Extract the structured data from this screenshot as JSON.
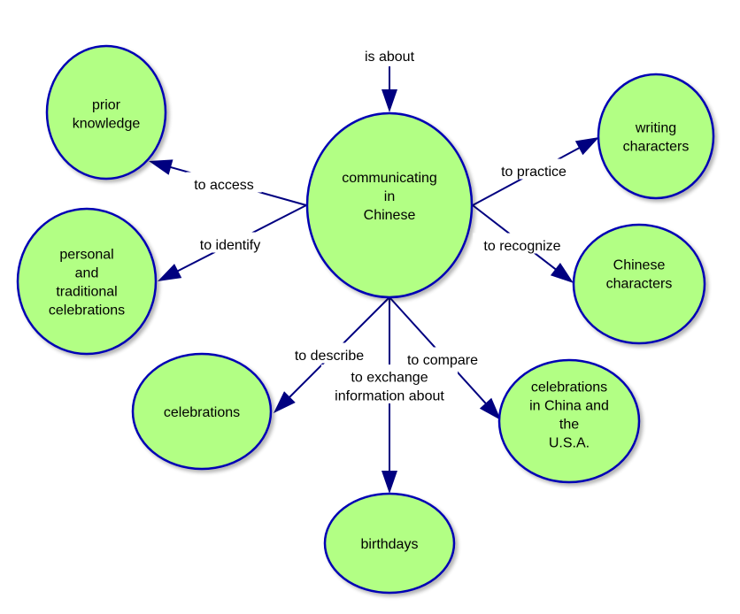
{
  "diagram": {
    "title": "Concept map: communicating in Chinese",
    "colors": {
      "node_fill": "#b2ff84",
      "node_stroke": "#0000b4",
      "edge_color": "#000080",
      "text": "#000000"
    },
    "central_node": {
      "id": "center",
      "lines": [
        "communicating",
        "in",
        "Chinese"
      ]
    },
    "incoming_label": {
      "lines": [
        "is about"
      ],
      "target": "center"
    },
    "nodes": [
      {
        "id": "prior",
        "lines": [
          "prior",
          "knowledge"
        ]
      },
      {
        "id": "personal",
        "lines": [
          "personal",
          "and",
          "traditional",
          "celebrations"
        ]
      },
      {
        "id": "celebrations",
        "lines": [
          "celebrations"
        ]
      },
      {
        "id": "birthdays",
        "lines": [
          "birthdays"
        ]
      },
      {
        "id": "compare",
        "lines": [
          "celebrations",
          "in China and",
          "the",
          "U.S.A."
        ]
      },
      {
        "id": "chinese_chars",
        "lines": [
          "Chinese",
          "characters"
        ]
      },
      {
        "id": "writing",
        "lines": [
          "writing",
          "characters"
        ]
      }
    ],
    "edges": [
      {
        "from": "center",
        "to": "prior",
        "label_lines": [
          "to access"
        ]
      },
      {
        "from": "center",
        "to": "personal",
        "label_lines": [
          "to identify"
        ]
      },
      {
        "from": "center",
        "to": "celebrations",
        "label_lines": [
          "to describe"
        ]
      },
      {
        "from": "center",
        "to": "birthdays",
        "label_lines": [
          "to exchange",
          "information about"
        ]
      },
      {
        "from": "center",
        "to": "compare",
        "label_lines": [
          "to compare"
        ]
      },
      {
        "from": "center",
        "to": "chinese_chars",
        "label_lines": [
          "to recognize"
        ]
      },
      {
        "from": "center",
        "to": "writing",
        "label_lines": [
          "to practice"
        ]
      }
    ]
  }
}
